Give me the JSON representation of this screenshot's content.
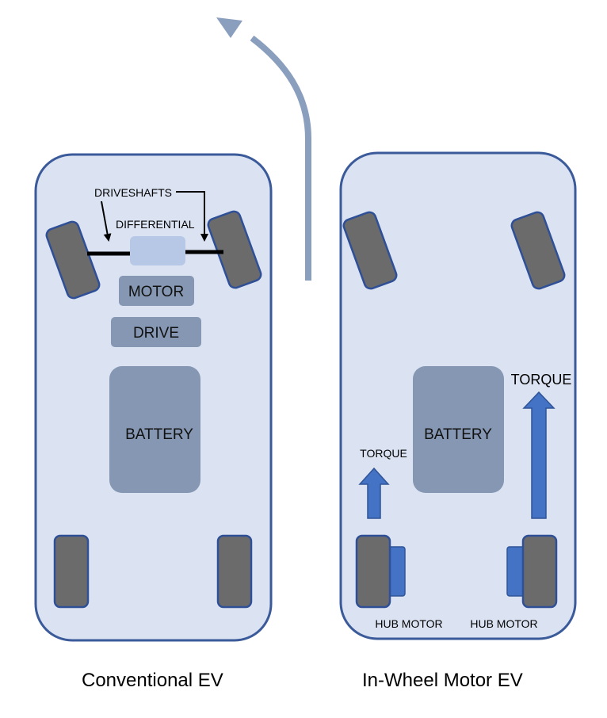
{
  "colors": {
    "chassis_fill": "#dbe3f3",
    "chassis_stroke": "#3a5a99",
    "wheel_fill": "#6b6b6b",
    "wheel_stroke": "#2f4f96",
    "component_fill": "#8597b2",
    "differential_fill": "#b7c8e6",
    "hub_motor_fill": "#4472c4",
    "torque_arrow_fill": "#4472c4",
    "path_arrow": "#8a9ebe",
    "axle": "#000000"
  },
  "conventional": {
    "caption": "Conventional EV",
    "driveshafts_label": "DRIVESHAFTS",
    "differential_label": "DIFFERENTIAL",
    "motor_label": "MOTOR",
    "drive_label": "DRIVE",
    "battery_label": "BATTERY"
  },
  "in_wheel": {
    "caption": "In-Wheel Motor EV",
    "battery_label": "BATTERY",
    "torque_small_label": "TORQUE",
    "torque_large_label": "TORQUE",
    "hub_motor_left_label": "HUB MOTOR",
    "hub_motor_right_label": "HUB MOTOR"
  }
}
